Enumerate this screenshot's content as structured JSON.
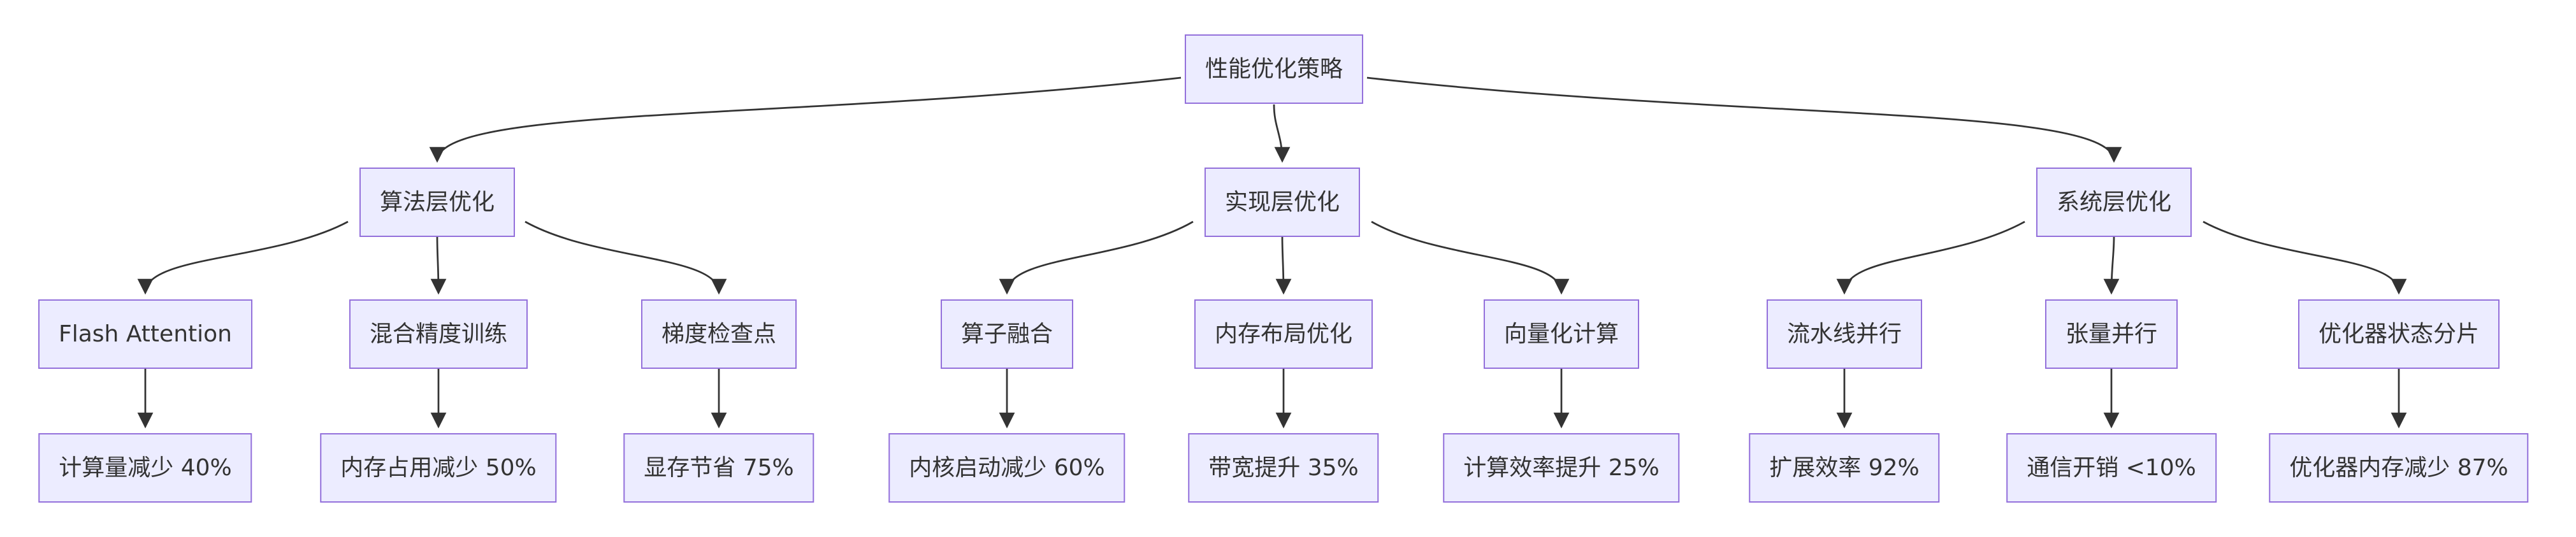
{
  "diagram": {
    "type": "flowchart-tree",
    "colors": {
      "node_fill": "#ECECFF",
      "node_border": "#9370DB",
      "edge": "#333333",
      "text": "#333333",
      "background": "#ffffff"
    },
    "root": {
      "label": "性能优化策略"
    },
    "branches": [
      {
        "label": "算法层优化",
        "children": [
          {
            "label": "Flash Attention",
            "metric": "计算量减少 40%"
          },
          {
            "label": "混合精度训练",
            "metric": "内存占用减少 50%"
          },
          {
            "label": "梯度检查点",
            "metric": "显存节省 75%"
          }
        ]
      },
      {
        "label": "实现层优化",
        "children": [
          {
            "label": "算子融合",
            "metric": "内核启动减少 60%"
          },
          {
            "label": "内存布局优化",
            "metric": "带宽提升 35%"
          },
          {
            "label": "向量化计算",
            "metric": "计算效率提升 25%"
          }
        ]
      },
      {
        "label": "系统层优化",
        "children": [
          {
            "label": "流水线并行",
            "metric": "扩展效率 92%"
          },
          {
            "label": "张量并行",
            "metric": "通信开销 <10%"
          },
          {
            "label": "优化器状态分片",
            "metric": "优化器内存减少 87%"
          }
        ]
      }
    ]
  }
}
